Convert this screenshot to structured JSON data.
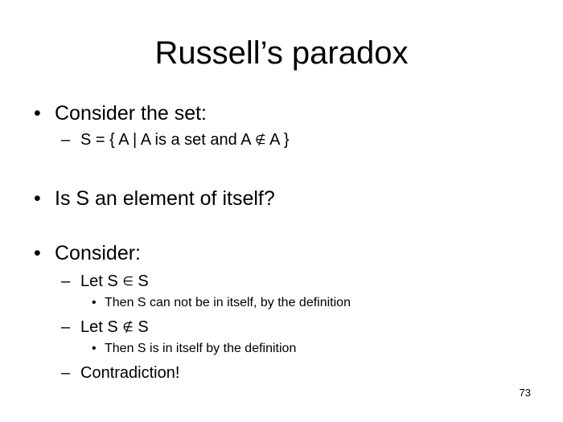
{
  "slide": {
    "title": "Russell’s paradox",
    "bullet_glyph": "•",
    "dash_glyph": "–",
    "sub_bullet_glyph": "•",
    "items": [
      {
        "text": "Consider the set:"
      },
      {
        "text_before": "S = { A | A is a set and A ",
        "symbol": "∉",
        "text_after": " A }"
      },
      {
        "text": "Is S an element of itself?"
      },
      {
        "text": "Consider:"
      },
      {
        "text_before": "Let S ",
        "symbol": "∈",
        "text_after": " S"
      },
      {
        "text": "Then S can not be in itself, by the definition"
      },
      {
        "text_before": "Let S ",
        "symbol": "∉",
        "text_after": " S"
      },
      {
        "text": "Then S is in itself by the definition"
      },
      {
        "text": "Contradiction!"
      }
    ],
    "page_number": "73"
  }
}
